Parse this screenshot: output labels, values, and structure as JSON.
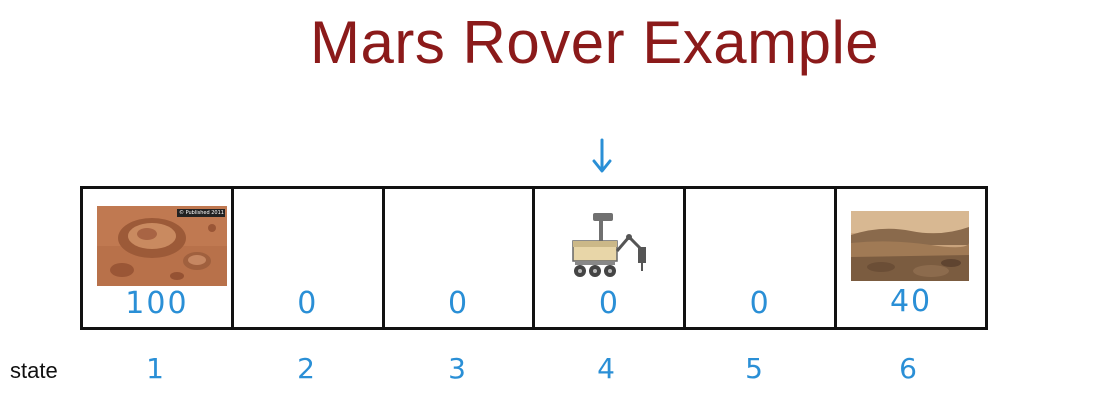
{
  "title": "Mars Rover Example",
  "state_label": "state",
  "states": [
    {
      "number": "1",
      "reward": "100",
      "image": "mars-crater-photo",
      "image_caption": "© Published 2011"
    },
    {
      "number": "2",
      "reward": "0"
    },
    {
      "number": "3",
      "reward": "0"
    },
    {
      "number": "4",
      "reward": "0",
      "image": "rover-icon"
    },
    {
      "number": "5",
      "reward": "0"
    },
    {
      "number": "6",
      "reward": "40",
      "image": "mars-terrain-photo"
    }
  ],
  "current_state": "4",
  "colors": {
    "title": "#8b1a1a",
    "handwriting": "#2a8fd6",
    "grid": "#111111"
  }
}
